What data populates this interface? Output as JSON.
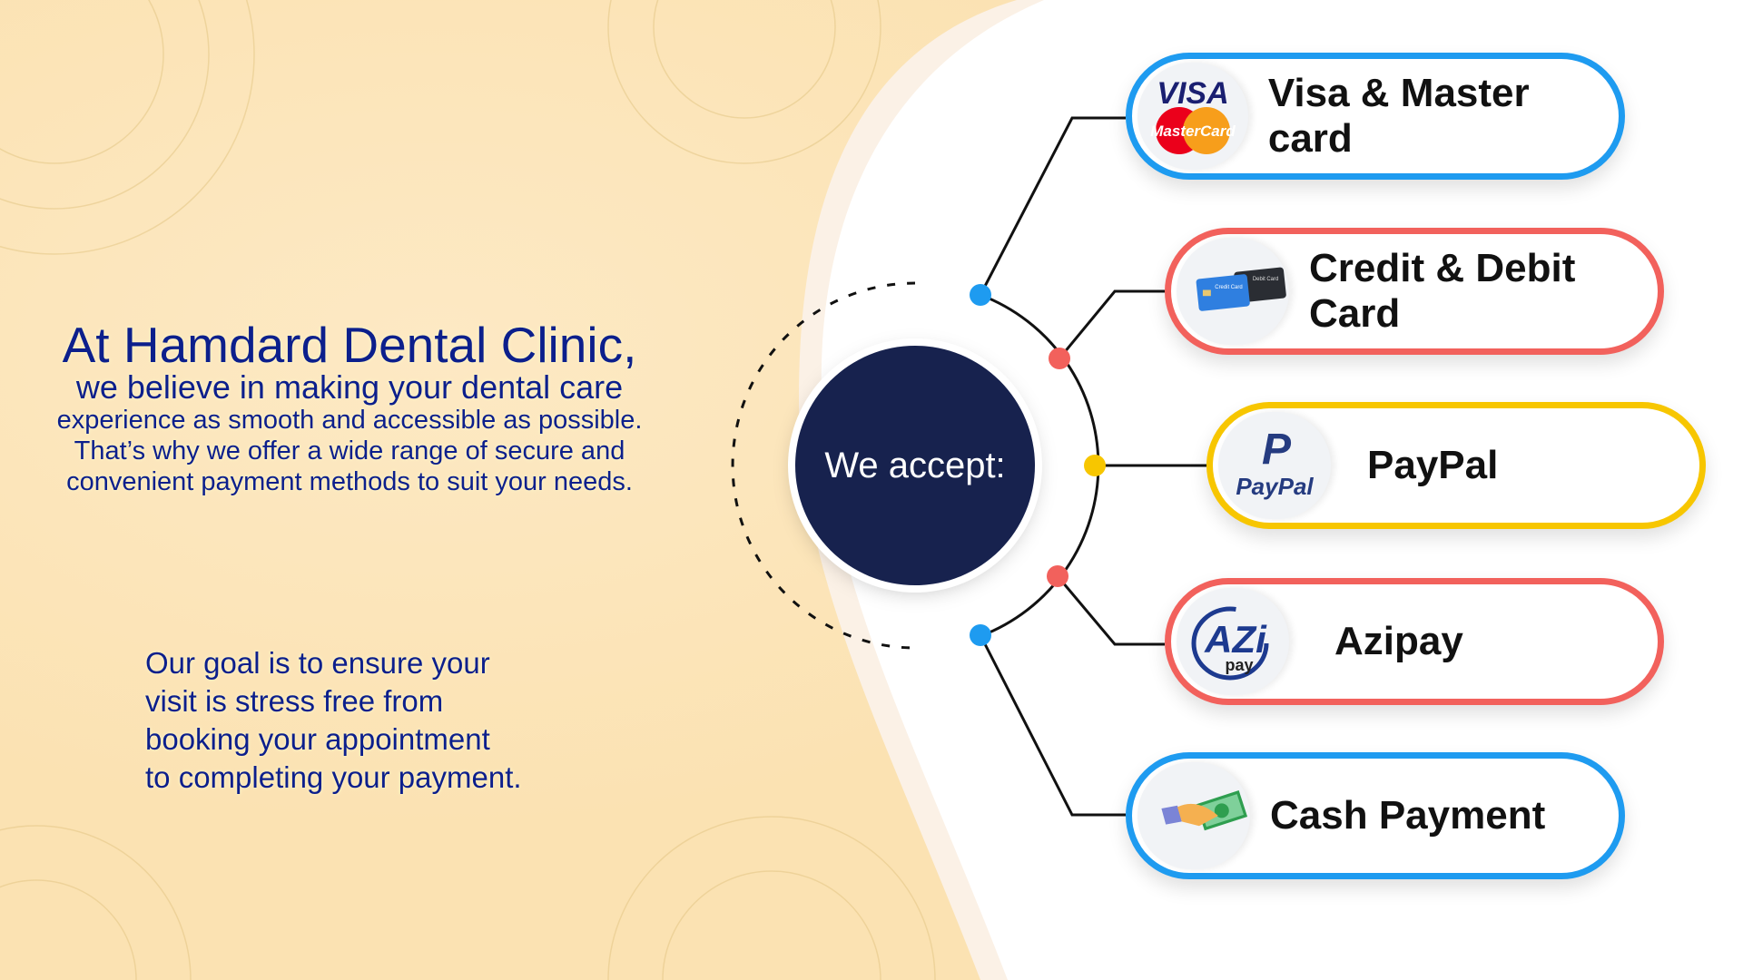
{
  "intro": {
    "heading": "At Hamdard Dental Clinic,",
    "line2": "we believe in making your dental care",
    "line3": "experience as smooth and accessible as possible.",
    "line4": "That’s why we offer a wide range of secure and",
    "line5": "convenient payment methods to suit your needs."
  },
  "goal": {
    "lines": [
      "Our goal is to ensure your",
      "visit is stress free from",
      "booking your appointment",
      "to completing your payment."
    ]
  },
  "center_label": "We accept:",
  "colors": {
    "blue": "#1e9bf0",
    "red": "#f2615c",
    "yellow": "#f7c600",
    "navy": "#17224e",
    "text": "#0c1f8c"
  },
  "methods": [
    {
      "label": "Visa & Master card",
      "icon": "visa-mastercard-icon",
      "logo_text": [
        "VISA",
        "MasterCard"
      ]
    },
    {
      "label": "Credit & Debit Card",
      "icon": "credit-debit-card-icon",
      "logo_text": [
        "Credit Card",
        "Debit Card"
      ]
    },
    {
      "label": "PayPal",
      "icon": "paypal-icon",
      "logo_text": [
        "PayPal"
      ]
    },
    {
      "label": "Azipay",
      "icon": "azipay-icon",
      "logo_text": [
        "AZi",
        "pay"
      ]
    },
    {
      "label": "Cash Payment",
      "icon": "cash-payment-icon",
      "logo_text": []
    }
  ]
}
